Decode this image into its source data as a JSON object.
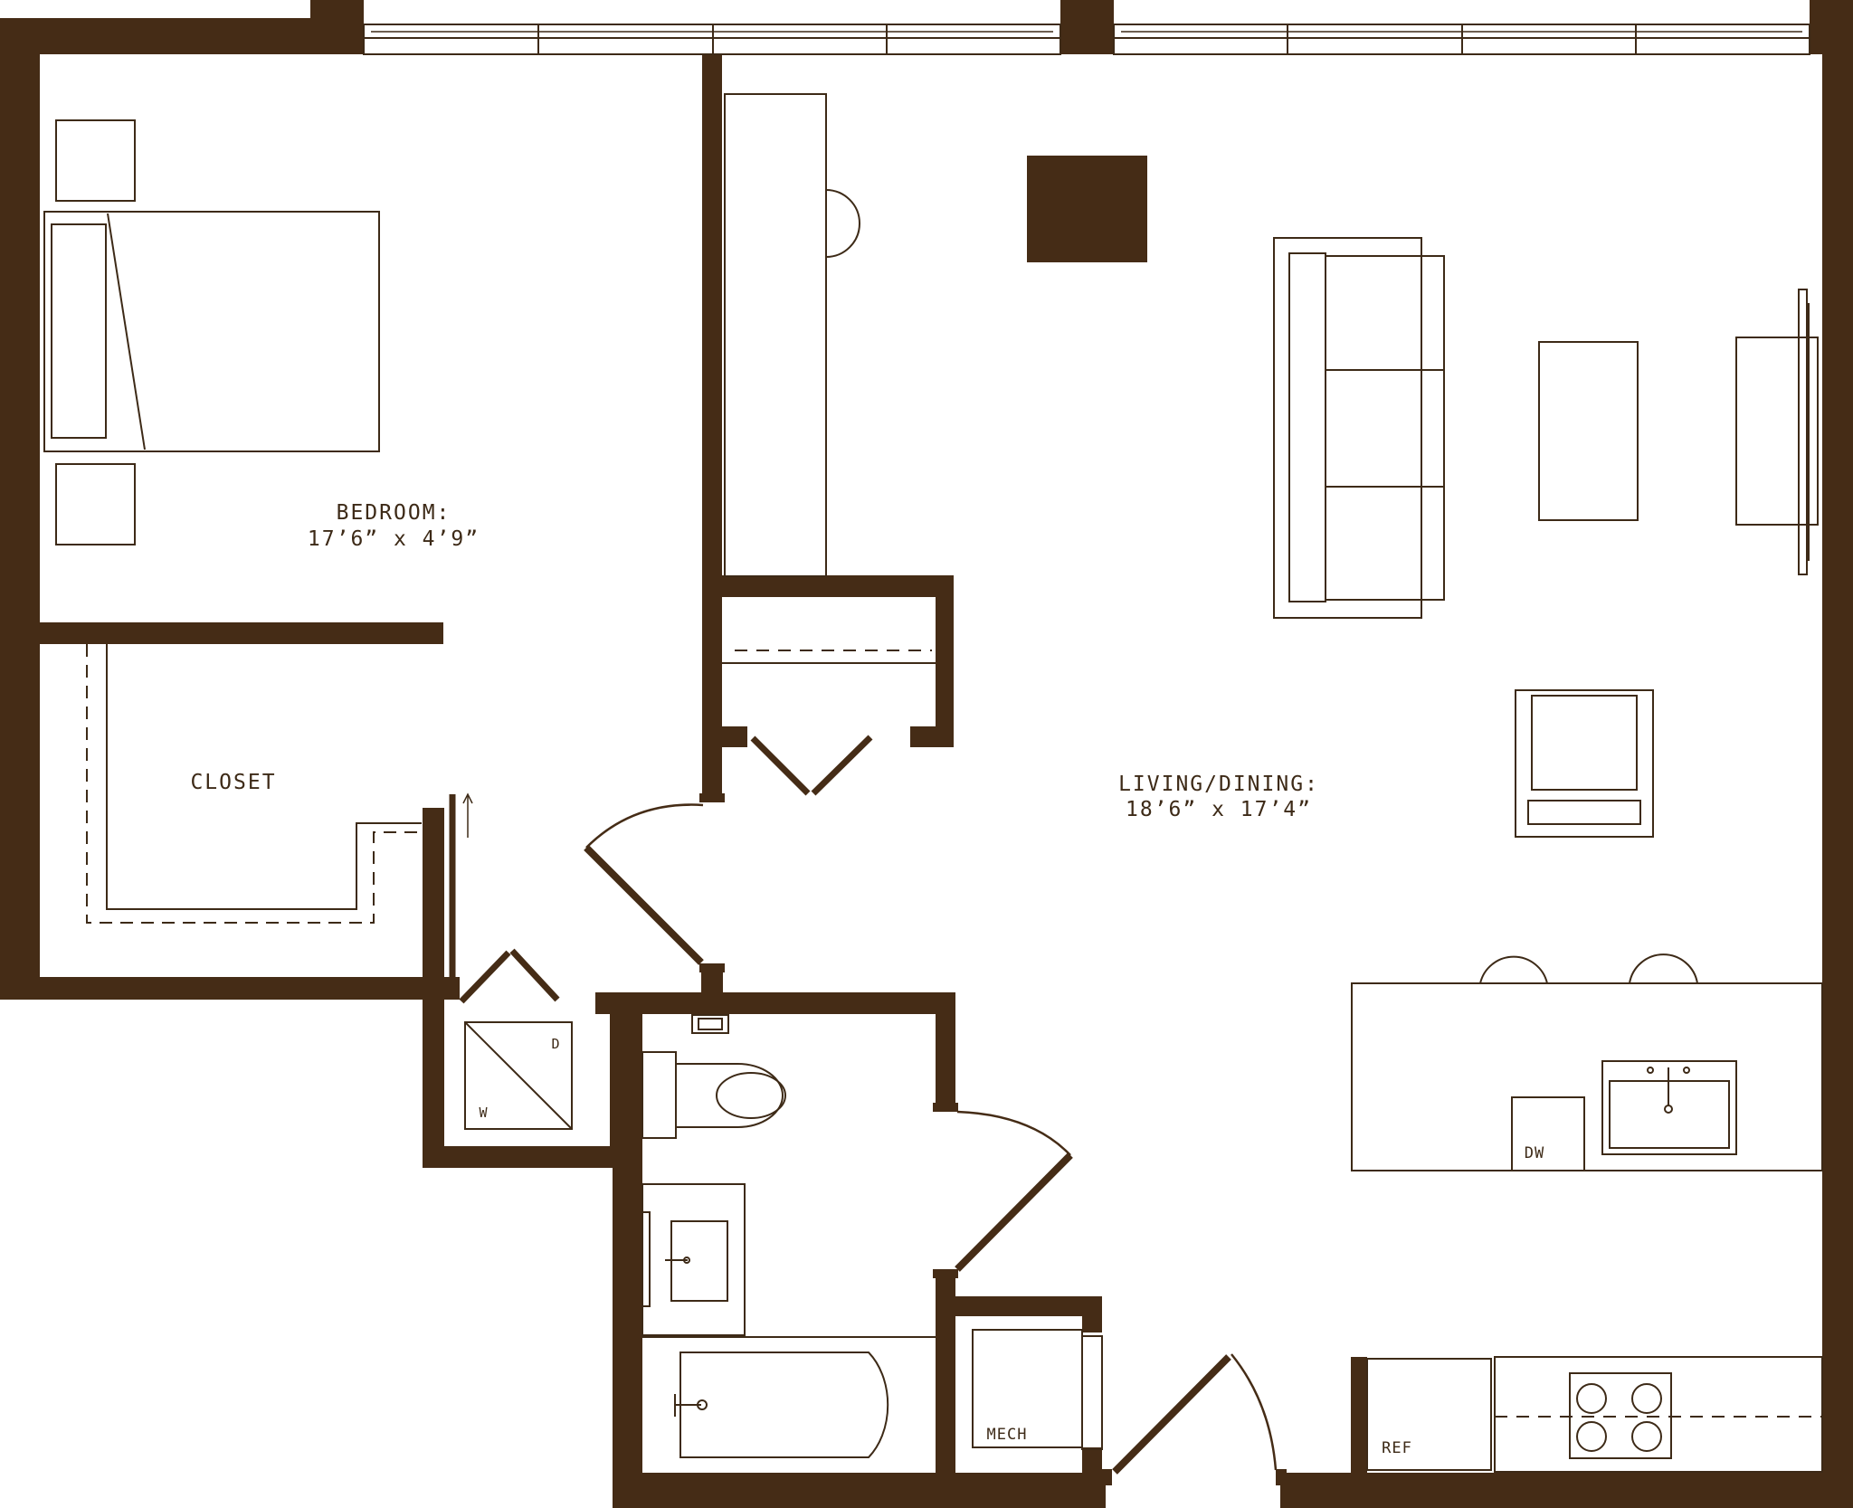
{
  "colors": {
    "wall": "#452c16",
    "line": "#3d2a17",
    "background": "#ffffff"
  },
  "rooms": {
    "bedroom": {
      "name": "BEDROOM:",
      "size": "17’6” x 4’9”"
    },
    "closet": {
      "name": "CLOSET"
    },
    "living": {
      "name": "LIVING/DINING:",
      "size": "18’6” x 17’4”"
    }
  },
  "fixtures": {
    "washer": "W",
    "dryer": "D",
    "dishwasher": "DW",
    "mechanical": "MECH",
    "refrigerator": "REF"
  },
  "icons": {
    "closet_door_arrow": "arrow-up-icon",
    "washer_dryer": "stacked-washer-dryer-icon",
    "cooktop": "four-burner-cooktop-icon",
    "faucet": "faucet-icon"
  }
}
